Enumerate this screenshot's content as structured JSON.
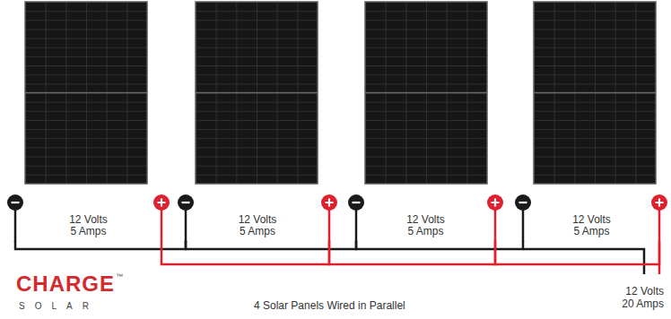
{
  "diagram": {
    "caption": "4 Solar Panels Wired in Parallel",
    "nodes": [
      {
        "text": [
          "12 Volts",
          "5 Amps"
        ]
      },
      {
        "text": [
          "12 Volts",
          "5 Amps"
        ]
      },
      {
        "text": [
          "12 Volts",
          "5 Amps"
        ]
      },
      {
        "text": [
          "12 Volts",
          "5 Amps"
        ]
      }
    ],
    "edges": [
      {
        "from": 0,
        "to": 1,
        "arrow": "none"
      },
      {
        "from": 1,
        "to": 2,
        "arrow": "none"
      },
      {
        "from": 2,
        "to": 3,
        "arrow": "none"
      },
      {
        "from": 0,
        "to": 1,
        "arrow": "none"
      },
      {
        "from": 1,
        "to": 2,
        "arrow": "none"
      },
      {
        "from": 2,
        "to": 3,
        "arrow": "none"
      }
    ],
    "labels": [
      "12 Volts",
      "20 Amps",
      "CHARGE",
      "™",
      "SOLAR"
    ]
  }
}
